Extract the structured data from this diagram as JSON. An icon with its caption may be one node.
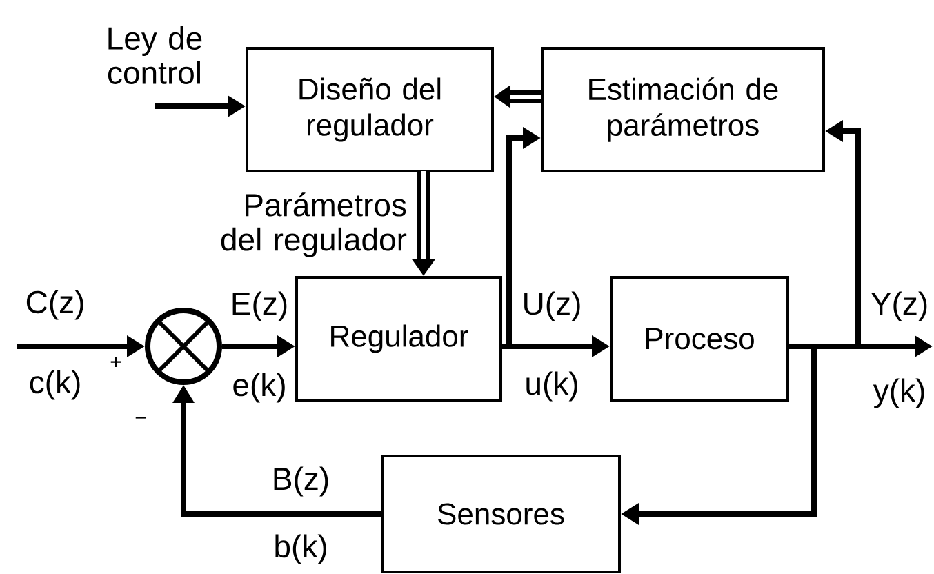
{
  "diagram": {
    "nodes": [
      {
        "text": [
          "Ley de control"
        ]
      },
      {
        "text": [
          "Diseño del regulador"
        ]
      },
      {
        "text": [
          "Estimación de parámetros"
        ]
      },
      {
        "text": [],
        "shape": "circle"
      },
      {
        "text": [
          "Regulador"
        ]
      },
      {
        "text": [
          "Proceso"
        ]
      },
      {
        "text": [
          "Sensores"
        ]
      }
    ],
    "edges": [
      {
        "from": 0,
        "to": 1,
        "arrow": "to"
      },
      {
        "from": 2,
        "to": 1,
        "arrow": "to",
        "style": "thick"
      },
      {
        "from": 1,
        "to": 4,
        "arrow": "to",
        "style": "thick",
        "label": "Parámetros del regulador"
      },
      {
        "from": null,
        "to": 3,
        "arrow": "to",
        "label": "C(z)"
      },
      {
        "from": 3,
        "to": 4,
        "arrow": "to",
        "label": "E(z)"
      },
      {
        "from": 4,
        "to": 5,
        "arrow": "to",
        "label": "U(z)"
      },
      {
        "from": 5,
        "to": null,
        "arrow": "to",
        "label": "Y(z)"
      },
      {
        "from": 4,
        "to": 2,
        "arrow": "to"
      },
      {
        "from": 5,
        "to": 2,
        "arrow": "to"
      },
      {
        "from": 5,
        "to": 6,
        "arrow": "to"
      },
      {
        "from": 6,
        "to": 3,
        "arrow": "to",
        "label": "B(z)"
      }
    ],
    "labels": [
      "c(k)",
      "+",
      "e(k)",
      "u(k)",
      "y(k)",
      "−",
      "b(k)"
    ]
  }
}
